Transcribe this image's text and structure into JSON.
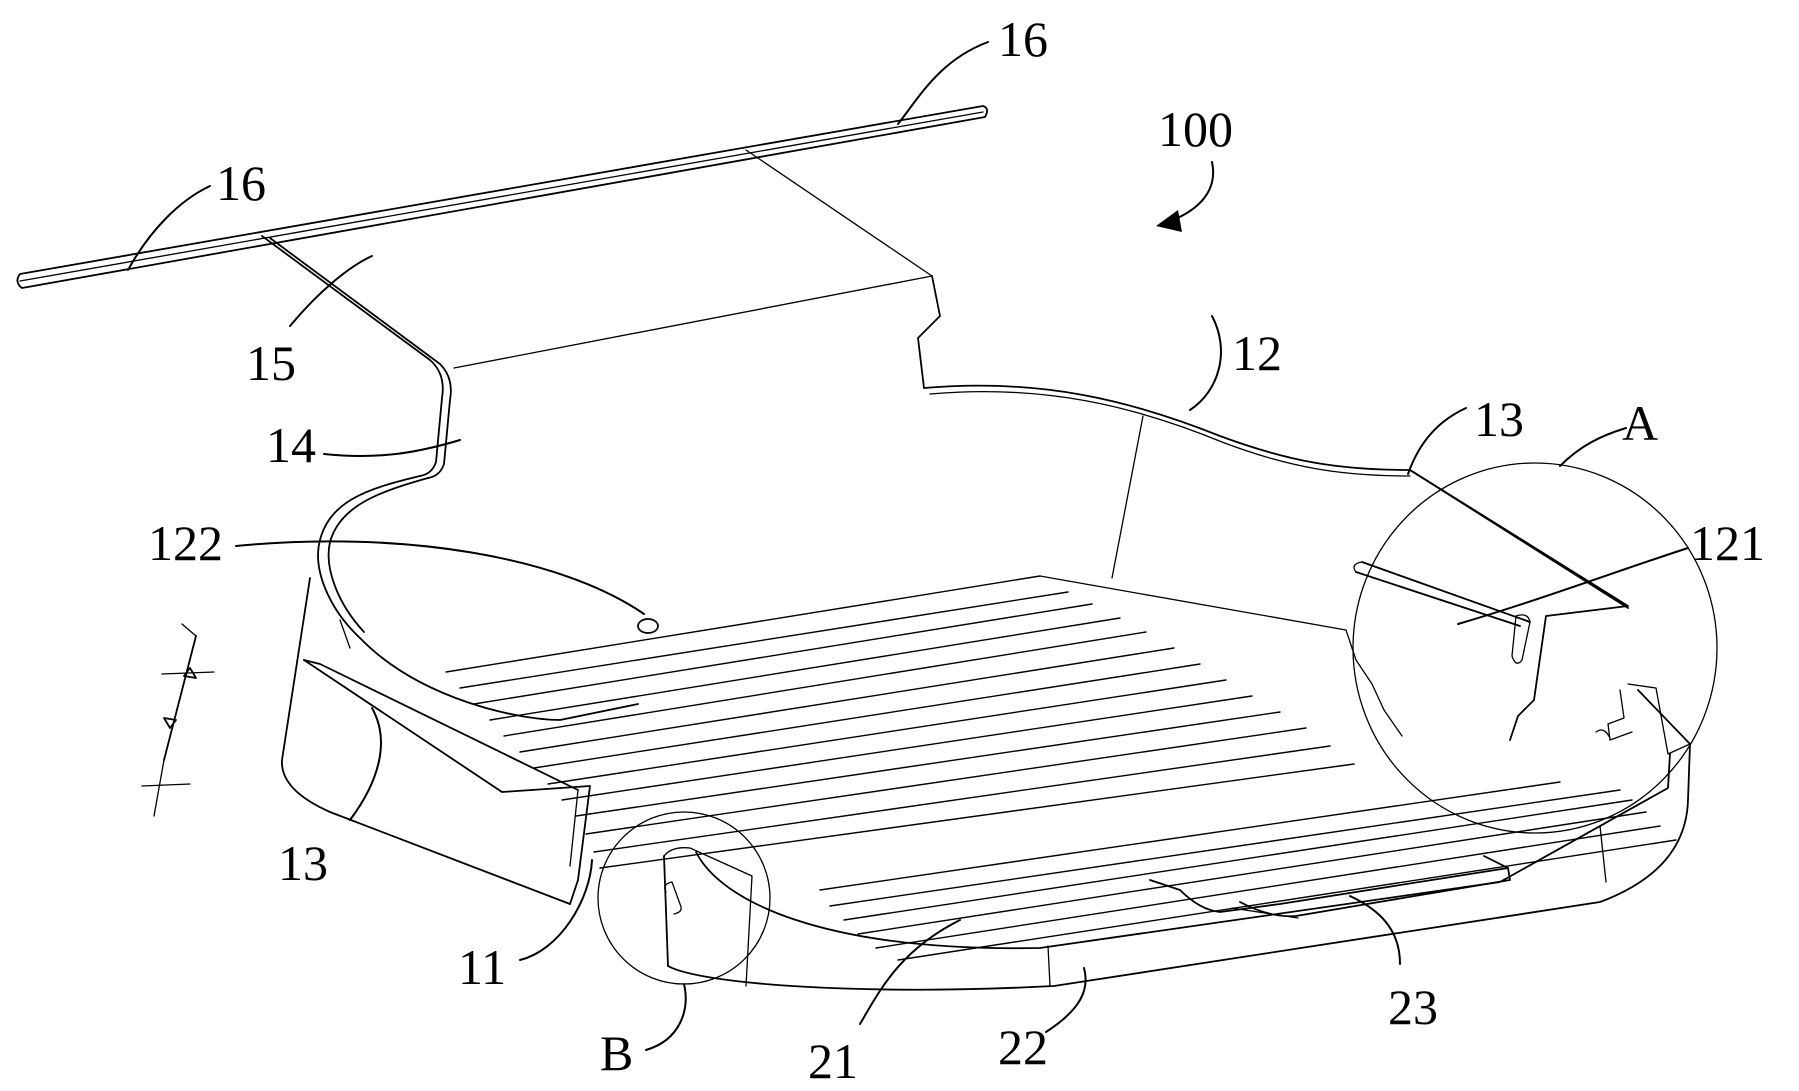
{
  "figure": {
    "assembly_ref": "100",
    "labels": {
      "l16_top": "16",
      "l16_left": "16",
      "l15": "15",
      "l14": "14",
      "l12": "12",
      "l13_right": "13",
      "l13_left": "13",
      "lA": "A",
      "l121": "121",
      "l122": "122",
      "l11": "11",
      "lB": "B",
      "l21": "21",
      "l22": "22",
      "l23": "23"
    }
  }
}
